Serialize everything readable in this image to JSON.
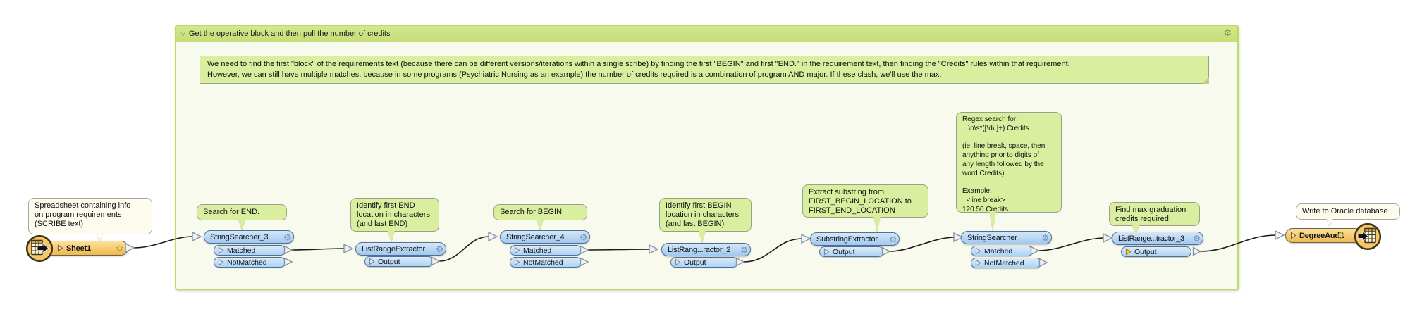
{
  "icons": {
    "gear": "⚙",
    "collapse": "▽"
  },
  "colors": {
    "container_border": "#b9dc64",
    "container_titlebar": "#cde182",
    "container_body": "#f9faee",
    "comment_green": "#d9ee9e",
    "comment_white": "#fdfbee",
    "node_blue": "#a3c8ee",
    "node_orange": "#f1b94e",
    "wire": "#1a1a1a"
  },
  "container": {
    "title": "Get the operative block and then pull the number of credits",
    "note_lines": [
      "We need to find the first \"block\" of the requirements text (because there can be different versions/iterations within a single scribe) by finding the first \"BEGIN\" and first \"END.\" in the requirement text, then finding the \"Credits\" rules within that requirement.",
      "However, we can still have multiple matches, because in some programs (Psychiatric Nursing as an example) the number of credits required is a combination of program AND major. If these clash, we'll use the max."
    ]
  },
  "comments": [
    {
      "name": "spreadsheet-source-note",
      "lines": [
        "Spreadsheet containing info",
        "on program requirements",
        "(SCRIBE text)"
      ]
    },
    {
      "name": "search-for-end-note",
      "lines": [
        "Search for END."
      ]
    },
    {
      "name": "identify-first-end-note",
      "lines": [
        "Identify first END",
        "location in characters",
        "(and last END)"
      ]
    },
    {
      "name": "search-for-begin-note",
      "lines": [
        "Search for BEGIN"
      ]
    },
    {
      "name": "identify-first-begin-note",
      "lines": [
        "Identify first BEGIN",
        "location in characters",
        "(and last BEGIN)"
      ]
    },
    {
      "name": "extract-substring-note",
      "lines": [
        "Extract substring from",
        "FIRST_BEGIN_LOCATION to",
        "FIRST_END_LOCATION"
      ]
    },
    {
      "name": "regex-search-note",
      "lines": [
        "Regex search for",
        "   \\n\\s*([\\d\\.]+) Credits",
        "",
        "(ie: line break, space, then",
        "anything prior to digits of",
        "any length followed by the",
        "word Credits)",
        "",
        "Example:",
        "  <line break>",
        "120.50 Credits"
      ]
    },
    {
      "name": "find-max-credits-note",
      "lines": [
        "Find max graduation",
        "credits required"
      ]
    },
    {
      "name": "write-to-oracle-note",
      "lines": [
        "Write to Oracle database"
      ]
    }
  ],
  "nodes": [
    {
      "label": "Sheet1"
    },
    {
      "label": "StringSearcher_3",
      "ports": [
        {
          "label": "Matched"
        },
        {
          "label": "NotMatched"
        }
      ]
    },
    {
      "label": "ListRangeExtractor",
      "ports": [
        {
          "label": "Output"
        }
      ]
    },
    {
      "label": "StringSearcher_4",
      "ports": [
        {
          "label": "Matched"
        },
        {
          "label": "NotMatched"
        }
      ]
    },
    {
      "label": "ListRang...ractor_2",
      "ports": [
        {
          "label": "Output"
        }
      ]
    },
    {
      "label": "SubstringExtractor",
      "ports": [
        {
          "label": "Output"
        }
      ]
    },
    {
      "label": "StringSearcher",
      "ports": [
        {
          "label": "Matched"
        },
        {
          "label": "NotMatched"
        }
      ]
    },
    {
      "label": "ListRange...tractor_3",
      "ports": [
        {
          "label": "Output"
        }
      ]
    },
    {
      "label": "DegreeAudit"
    }
  ]
}
